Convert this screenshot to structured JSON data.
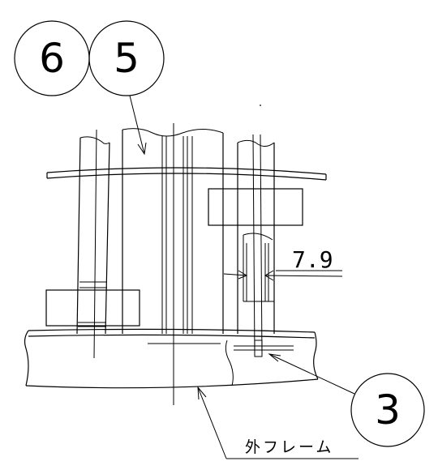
{
  "balloons": {
    "item6": "6",
    "item5": "5",
    "item3": "3"
  },
  "dimension": {
    "value": "7.9"
  },
  "labels": {
    "outer_frame": "外フレーム"
  }
}
